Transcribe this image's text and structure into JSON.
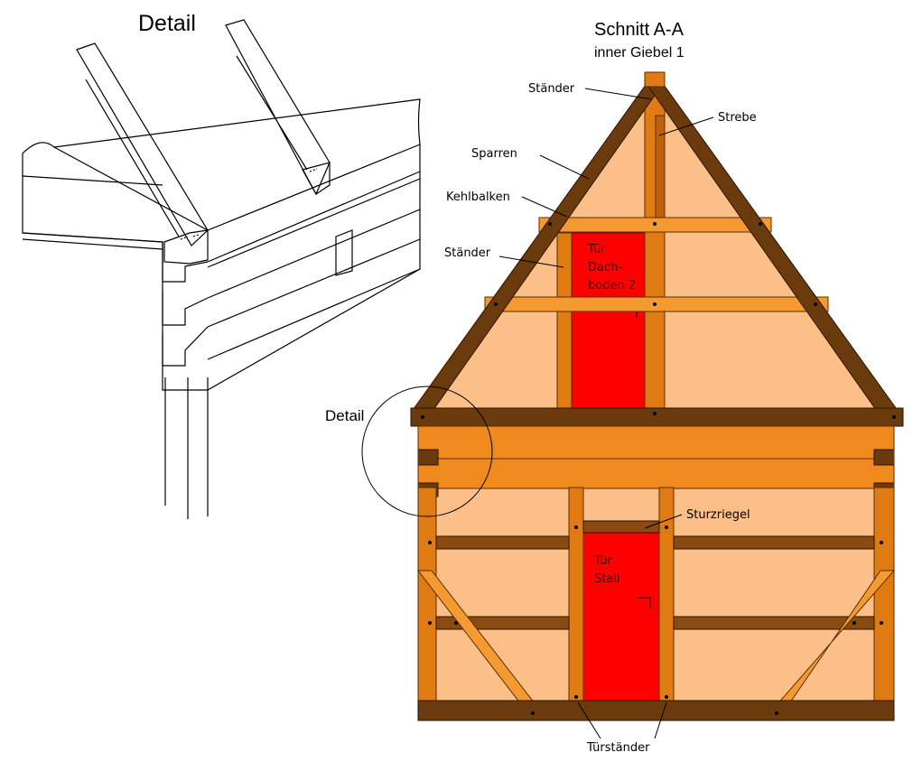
{
  "detail_view": {
    "title": "Detail"
  },
  "section_view": {
    "title": "Schnitt A-A",
    "subtitle": "inner Giebel 1",
    "detail_callout": "Detail",
    "labels": {
      "staender_top": "Ständer",
      "strebe": "Strebe",
      "sparren": "Sparren",
      "kehlbalken": "Kehlbalken",
      "staender_mid": "Ständer",
      "sturzriegel": "Sturzriegel",
      "tuerstaender": "Türständer"
    },
    "doors": {
      "attic_door": [
        "Tür",
        "Dach-",
        "boden 2"
      ],
      "stable_door": [
        "Tür",
        "Stall"
      ]
    }
  },
  "colors": {
    "infill": "#fdbf88",
    "timber": "#e07a12",
    "light_timber": "#f59a30",
    "dark_timber": "#6b3b0d",
    "door": "#ff0000",
    "outline": "#000000"
  }
}
